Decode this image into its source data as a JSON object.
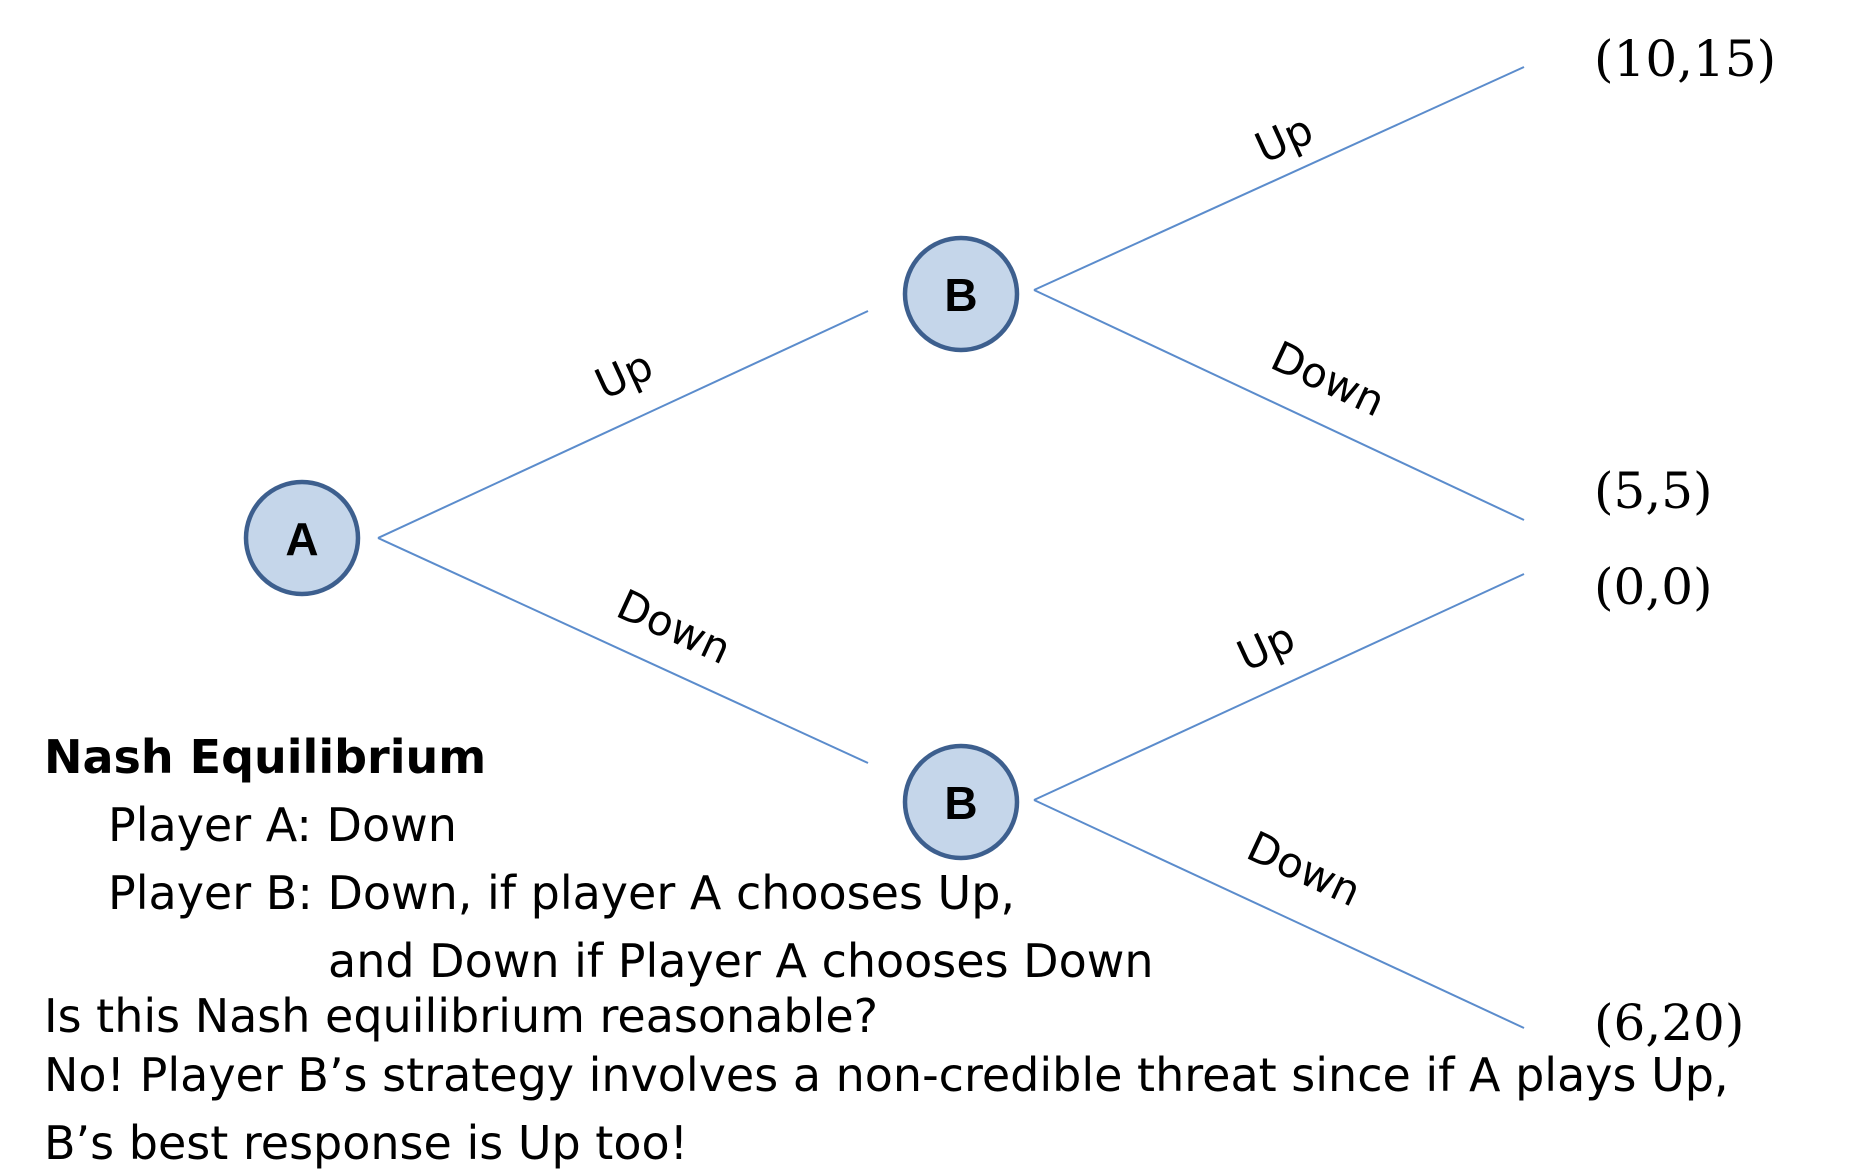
{
  "tree": {
    "nodes": {
      "a": "A",
      "b_top": "B",
      "b_bottom": "B"
    },
    "edge_labels": {
      "a_up": "Up",
      "a_down": "Down",
      "b_top_up": "Up",
      "b_top_down": "Down",
      "b_bottom_up": "Up",
      "b_bottom_down": "Down"
    },
    "payoffs": {
      "up_up": "(10,15)",
      "up_down": "(5,5)",
      "down_up": "(0,0)",
      "down_down": "(6,20)"
    }
  },
  "notes": {
    "title": "Nash Equilibrium",
    "line1": "Player A: Down",
    "line2": "Player B: Down, if player A chooses Up,",
    "line3": "and Down if Player A chooses Down",
    "line4": "Is this Nash equilibrium reasonable?",
    "line5": "No! Player B’s strategy involves a non-credible threat since if A plays Up,",
    "line6": "B’s best response is Up too!"
  }
}
